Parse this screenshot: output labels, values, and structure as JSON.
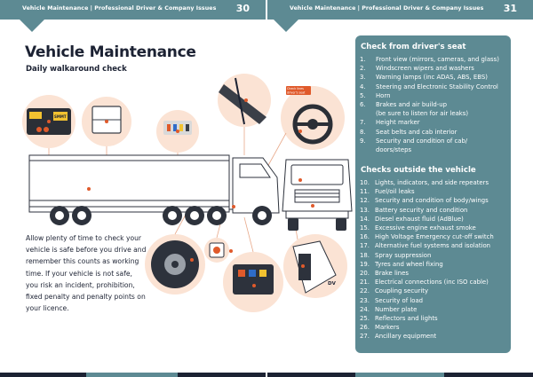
{
  "header": {
    "left_title": "Vehicle Maintenance | Professional Driver & Company Issues",
    "left_page": "30",
    "right_title": "Vehicle Maintenance | Professional Driver & Company Issues",
    "right_page": "31"
  },
  "left": {
    "title": "Vehicle Maintenance",
    "subtitle": "Daily walkaround check",
    "intro": "Allow plenty of time to check your vehicle is safe before you drive and remember this counts as working time. If your vehicle is not safe, you risk an incident, prohibition, fixed penalty and penalty points on your licence.",
    "illustration": {
      "badge": "SMMT",
      "label_primary": "Check lines",
      "label_secondary": "driver's seat",
      "dv_marker": "DV"
    }
  },
  "panel": {
    "section1_title": "Check from driver's seat",
    "section1_items": [
      {
        "num": "1.",
        "text": "Front view (mirrors, cameras, and glass)"
      },
      {
        "num": "2.",
        "text": "Windscreen wipers and washers"
      },
      {
        "num": "3.",
        "text": "Warning lamps (inc ADAS, ABS, EBS)"
      },
      {
        "num": "4.",
        "text": "Steering and Electronic Stability Control"
      },
      {
        "num": "5.",
        "text": "Horn"
      },
      {
        "num": "6.",
        "text": "Brakes and air build-up"
      },
      {
        "num": "",
        "text": "(be sure to listen for air leaks)"
      },
      {
        "num": "7.",
        "text": "Height marker"
      },
      {
        "num": "8.",
        "text": "Seat belts and cab interior"
      },
      {
        "num": "9.",
        "text": "Security and condition of cab/"
      },
      {
        "num": "",
        "text": "doors/steps"
      }
    ],
    "section2_title": "Checks outside the vehicle",
    "section2_items": [
      {
        "num": "10.",
        "text": "Lights, indicators, and side repeaters"
      },
      {
        "num": "11.",
        "text": "Fuel/oil leaks"
      },
      {
        "num": "12.",
        "text": "Security and condition of body/wings"
      },
      {
        "num": "13.",
        "text": "Battery security and condition"
      },
      {
        "num": "14.",
        "text": "Diesel exhaust fluid (AdBlue)"
      },
      {
        "num": "15.",
        "text": "Excessive engine exhaust smoke"
      },
      {
        "num": "16.",
        "text": "High Voltage Emergency cut-off switch"
      },
      {
        "num": "17.",
        "text": "Alternative fuel systems and isolation"
      },
      {
        "num": "18.",
        "text": "Spray suppression"
      },
      {
        "num": "19.",
        "text": "Tyres and wheel fixing"
      },
      {
        "num": "20.",
        "text": "Brake lines"
      },
      {
        "num": "21.",
        "text": "Electrical connections (inc ISO cable)"
      },
      {
        "num": "22.",
        "text": "Coupling security"
      },
      {
        "num": "23.",
        "text": "Security of load"
      },
      {
        "num": "24.",
        "text": "Number plate"
      },
      {
        "num": "25.",
        "text": "Reflectors and lights"
      },
      {
        "num": "26.",
        "text": "Markers"
      },
      {
        "num": "27.",
        "text": "Ancillary equipment"
      }
    ]
  },
  "colors": {
    "teal": "#5d8a93",
    "navy": "#1c2233",
    "marker_orange": "#e05a2b",
    "halo": "#fbe3d4"
  }
}
